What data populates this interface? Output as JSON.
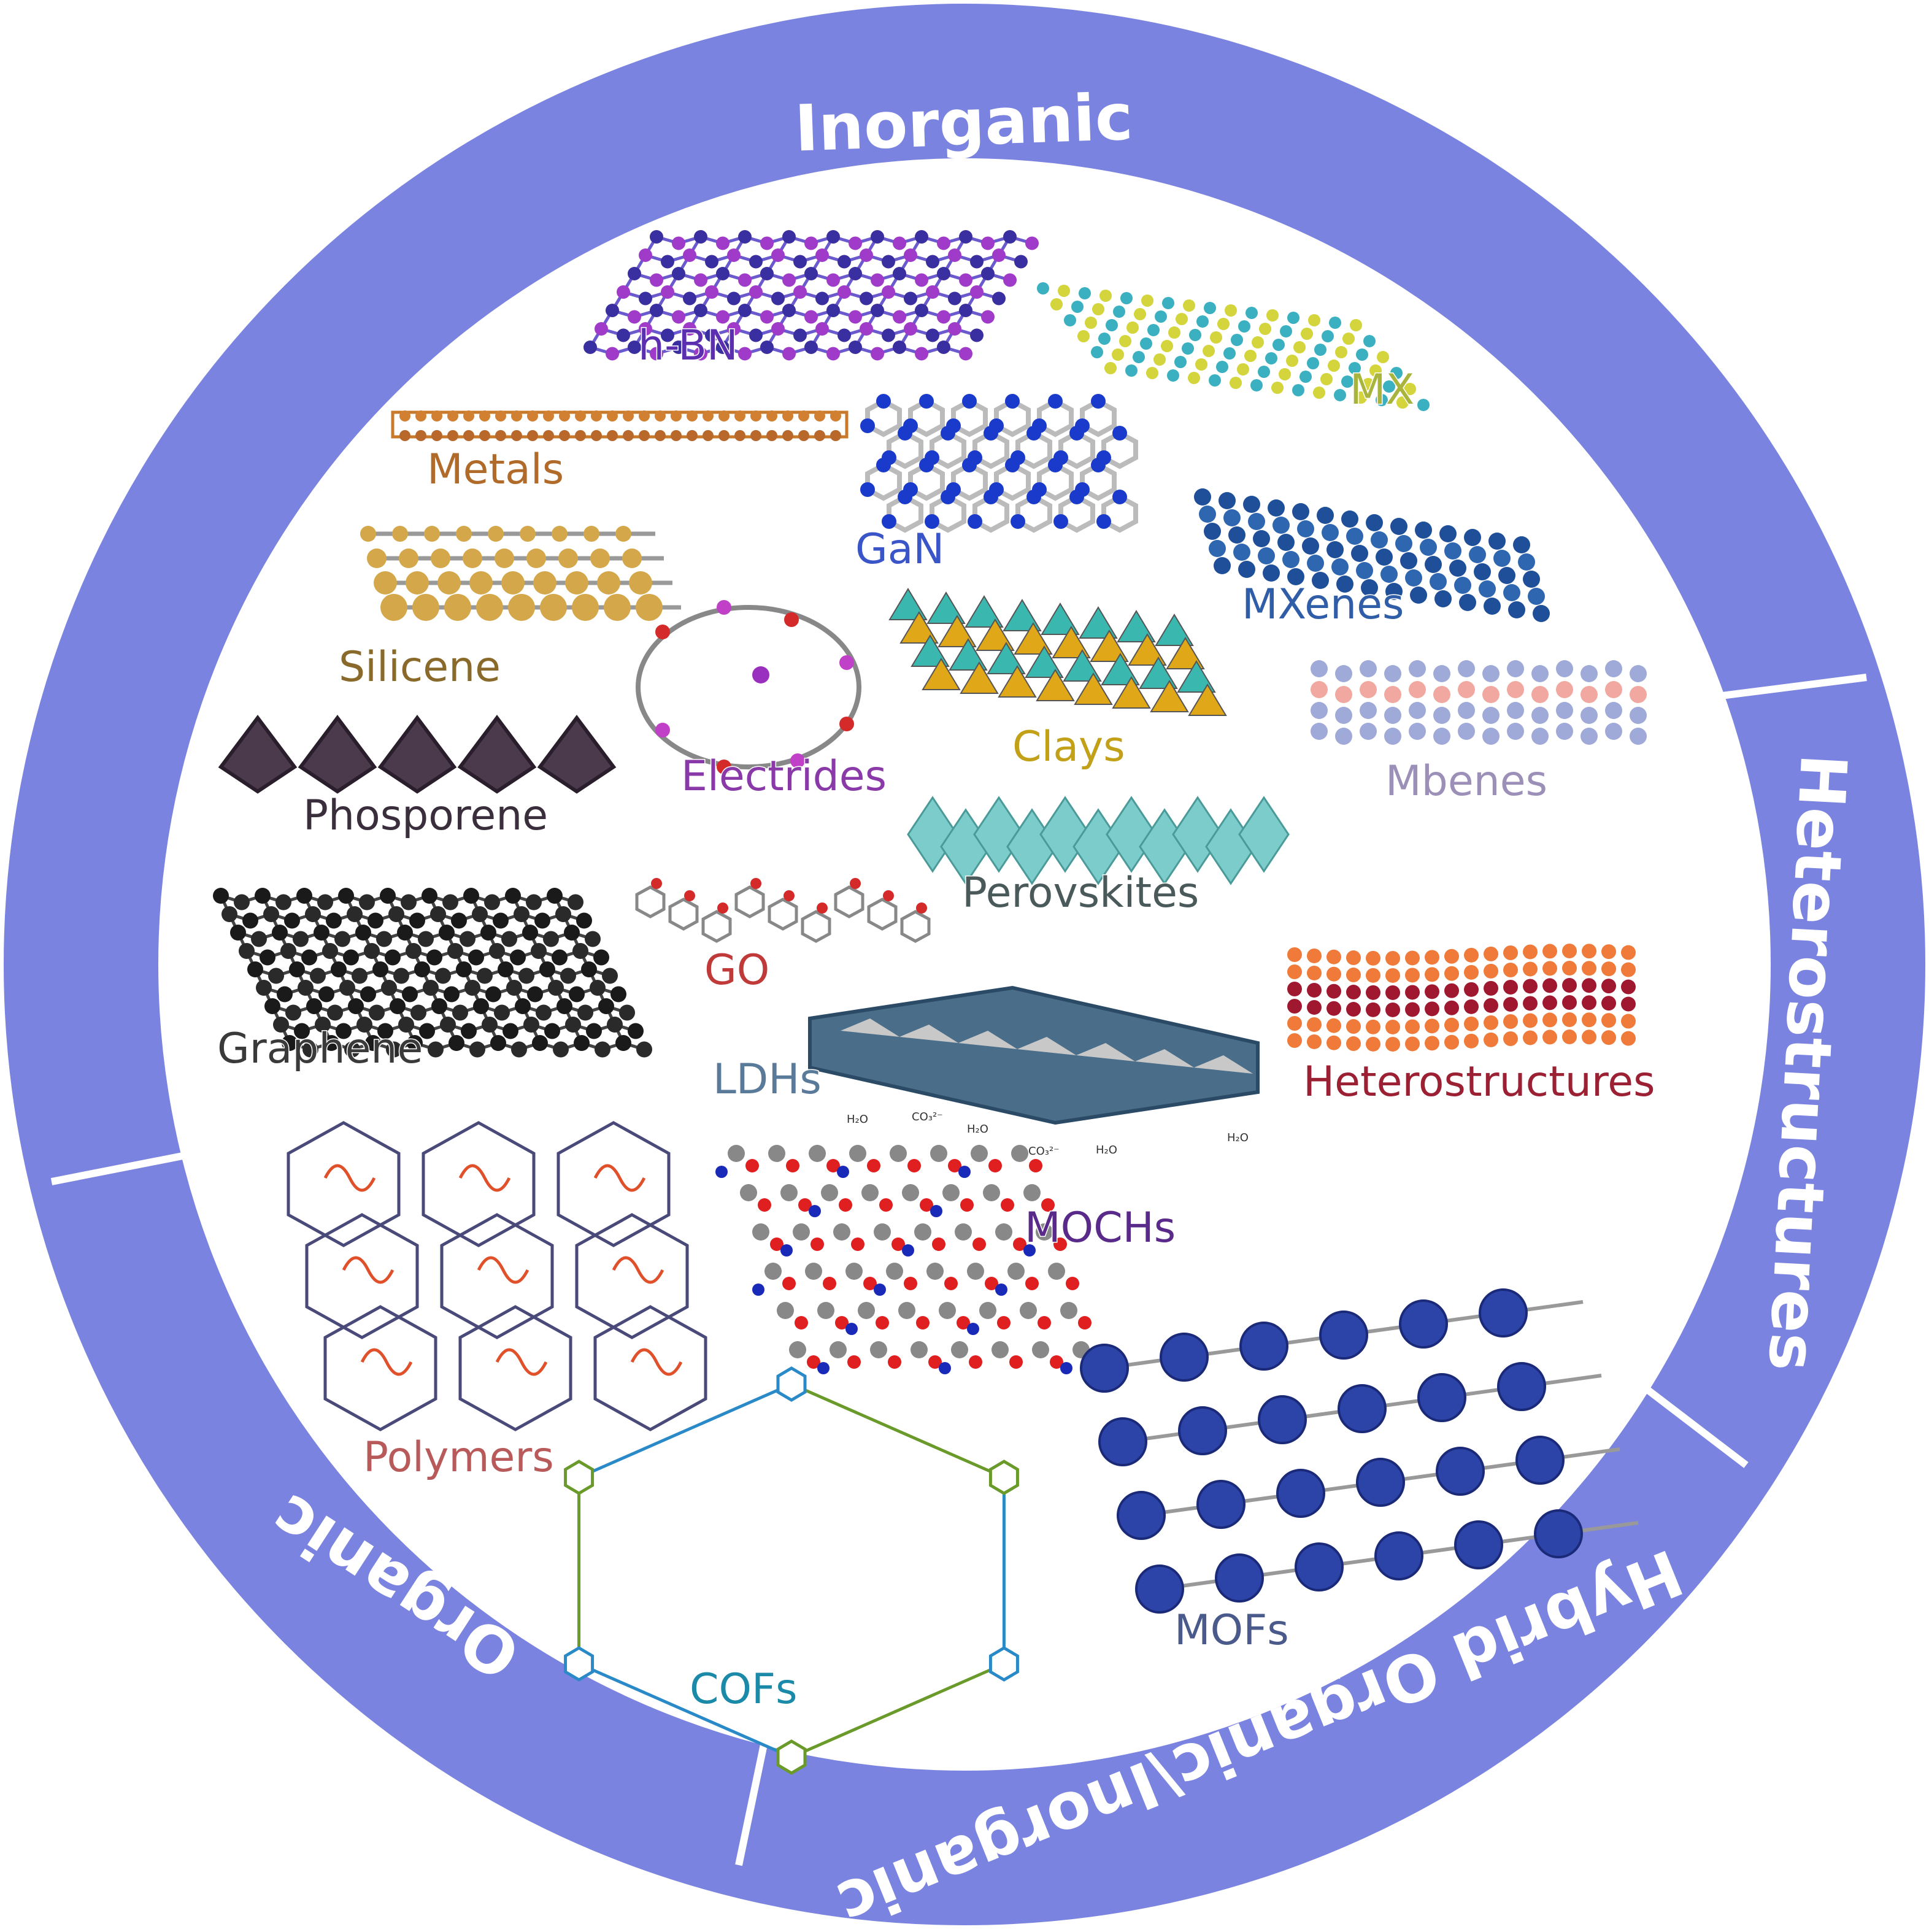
{
  "colors": {
    "ring": "#7a83e0",
    "ring_separator": "#ffffff",
    "background": "#ffffff"
  },
  "ring_sections": {
    "inorganic": "Inorganic",
    "heterostructures": "Heterostructures",
    "hybrid": "Hybrid Organic\\Inorganic",
    "organic": "Organic"
  },
  "materials": {
    "hbn": "h-BN",
    "mx": "MX",
    "metals": "Metals",
    "gan": "GaN",
    "mxenes": "MXenes",
    "silicene": "Silicene",
    "electrides": "Electrides",
    "clays": "Clays",
    "mbenes": "Mbenes",
    "phosporene": "Phosporene",
    "perovskites": "Perovskites",
    "go": "GO",
    "graphene": "Graphene",
    "ldhs": "LDHs",
    "heterostructures": "Heterostructures",
    "moch": "MOCHs",
    "polymers": "Polymers",
    "mofs": "MOFs",
    "cofs": "COFs"
  },
  "label_colors": {
    "hbn": "#5b2fb0",
    "mx": "#a8b43c",
    "metals": "#b06a2a",
    "gan": "#3a55c8",
    "mxenes": "#2f5da8",
    "silicene": "#8a6a2a",
    "electrides": "#8a3aa8",
    "clays": "#c2a018",
    "mbenes": "#9c8fb8",
    "phosporene": "#3a2e3c",
    "perovskites": "#4a5a5a",
    "go": "#c03a3a",
    "graphene": "#3a3a3a",
    "ldhs": "#5a7a9a",
    "heterostructures": "#9c2034",
    "moch": "#5a2a8a",
    "polymers": "#b85a5a",
    "mofs": "#4a5a8a",
    "cofs": "#1a8aa8"
  },
  "ldh_interlayer": {
    "water": "H₂O",
    "carbonate": "CO₃²⁻"
  }
}
